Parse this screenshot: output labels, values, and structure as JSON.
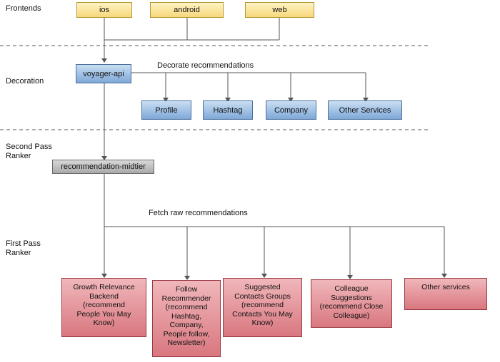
{
  "lanes": {
    "frontends": "Frontends",
    "decoration": "Decoration",
    "second_pass": "Second Pass\nRanker",
    "first_pass": "First Pass\nRanker"
  },
  "frontends": {
    "ios": "ios",
    "android": "android",
    "web": "web"
  },
  "decoration": {
    "api": "voyager-api",
    "edge_label": "Decorate recommendations",
    "services": {
      "profile": "Profile",
      "hashtag": "Hashtag",
      "company": "Company",
      "other": "Other Services"
    }
  },
  "second_pass": {
    "midtier": "recommendation-midtier",
    "edge_label": "Fetch raw recommendations"
  },
  "first_pass": {
    "growth": "Growth Relevance\nBackend\n(recommend\nPeople You May\nKnow)",
    "follow": "Follow\nRecommender\n(recommend\nHashtag,\nCompany,\nPeople follow,\nNewsletter)",
    "contacts": "Suggested\nContacts Groups\n(recommend\nContacts You May\nKnow)",
    "colleague": "Colleague\nSuggestions\n(recommend Close\nColleague)",
    "other": "Other services"
  },
  "colors": {
    "frontend_fill": "#f7d77a",
    "service_fill": "#7ea8d8",
    "midtier_fill": "#a9a9a9",
    "ranker_fill": "#d9777f",
    "line": "#555555"
  }
}
